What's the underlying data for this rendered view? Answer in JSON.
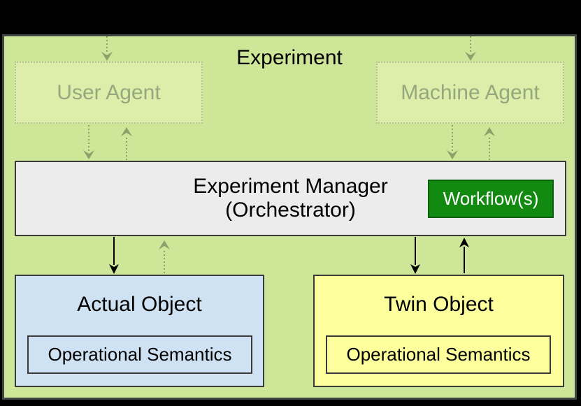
{
  "labels": {
    "title": "Experiment",
    "user_agent": "User Agent",
    "machine_agent": "Machine Agent",
    "manager_line1": "Experiment Manager",
    "manager_line2": "(Orchestrator)",
    "workflow": "Workflow(s)",
    "actual_object": "Actual Object",
    "actual_semantics": "Operational Semantics",
    "twin_object": "Twin Object",
    "twin_semantics": "Operational Semantics"
  },
  "colors": {
    "canvas_bg": "#000000",
    "panel_bg": "#cde697",
    "panel_border": "#3f4540",
    "agent_fill": "rgba(255,255,215,0.32)",
    "agent_border": "#b2c094",
    "agent_text": "#95a77d",
    "manager_fill": "#ececec",
    "box_border": "#3a3a3a",
    "workflow_fill": "#128a12",
    "workflow_border": "#0a5f0a",
    "workflow_text": "#ffffff",
    "actual_fill": "#cfe2f3",
    "twin_fill": "#fdff9c",
    "solid_arrow": "#000000",
    "dotted_arrow": "#8ca06b"
  }
}
